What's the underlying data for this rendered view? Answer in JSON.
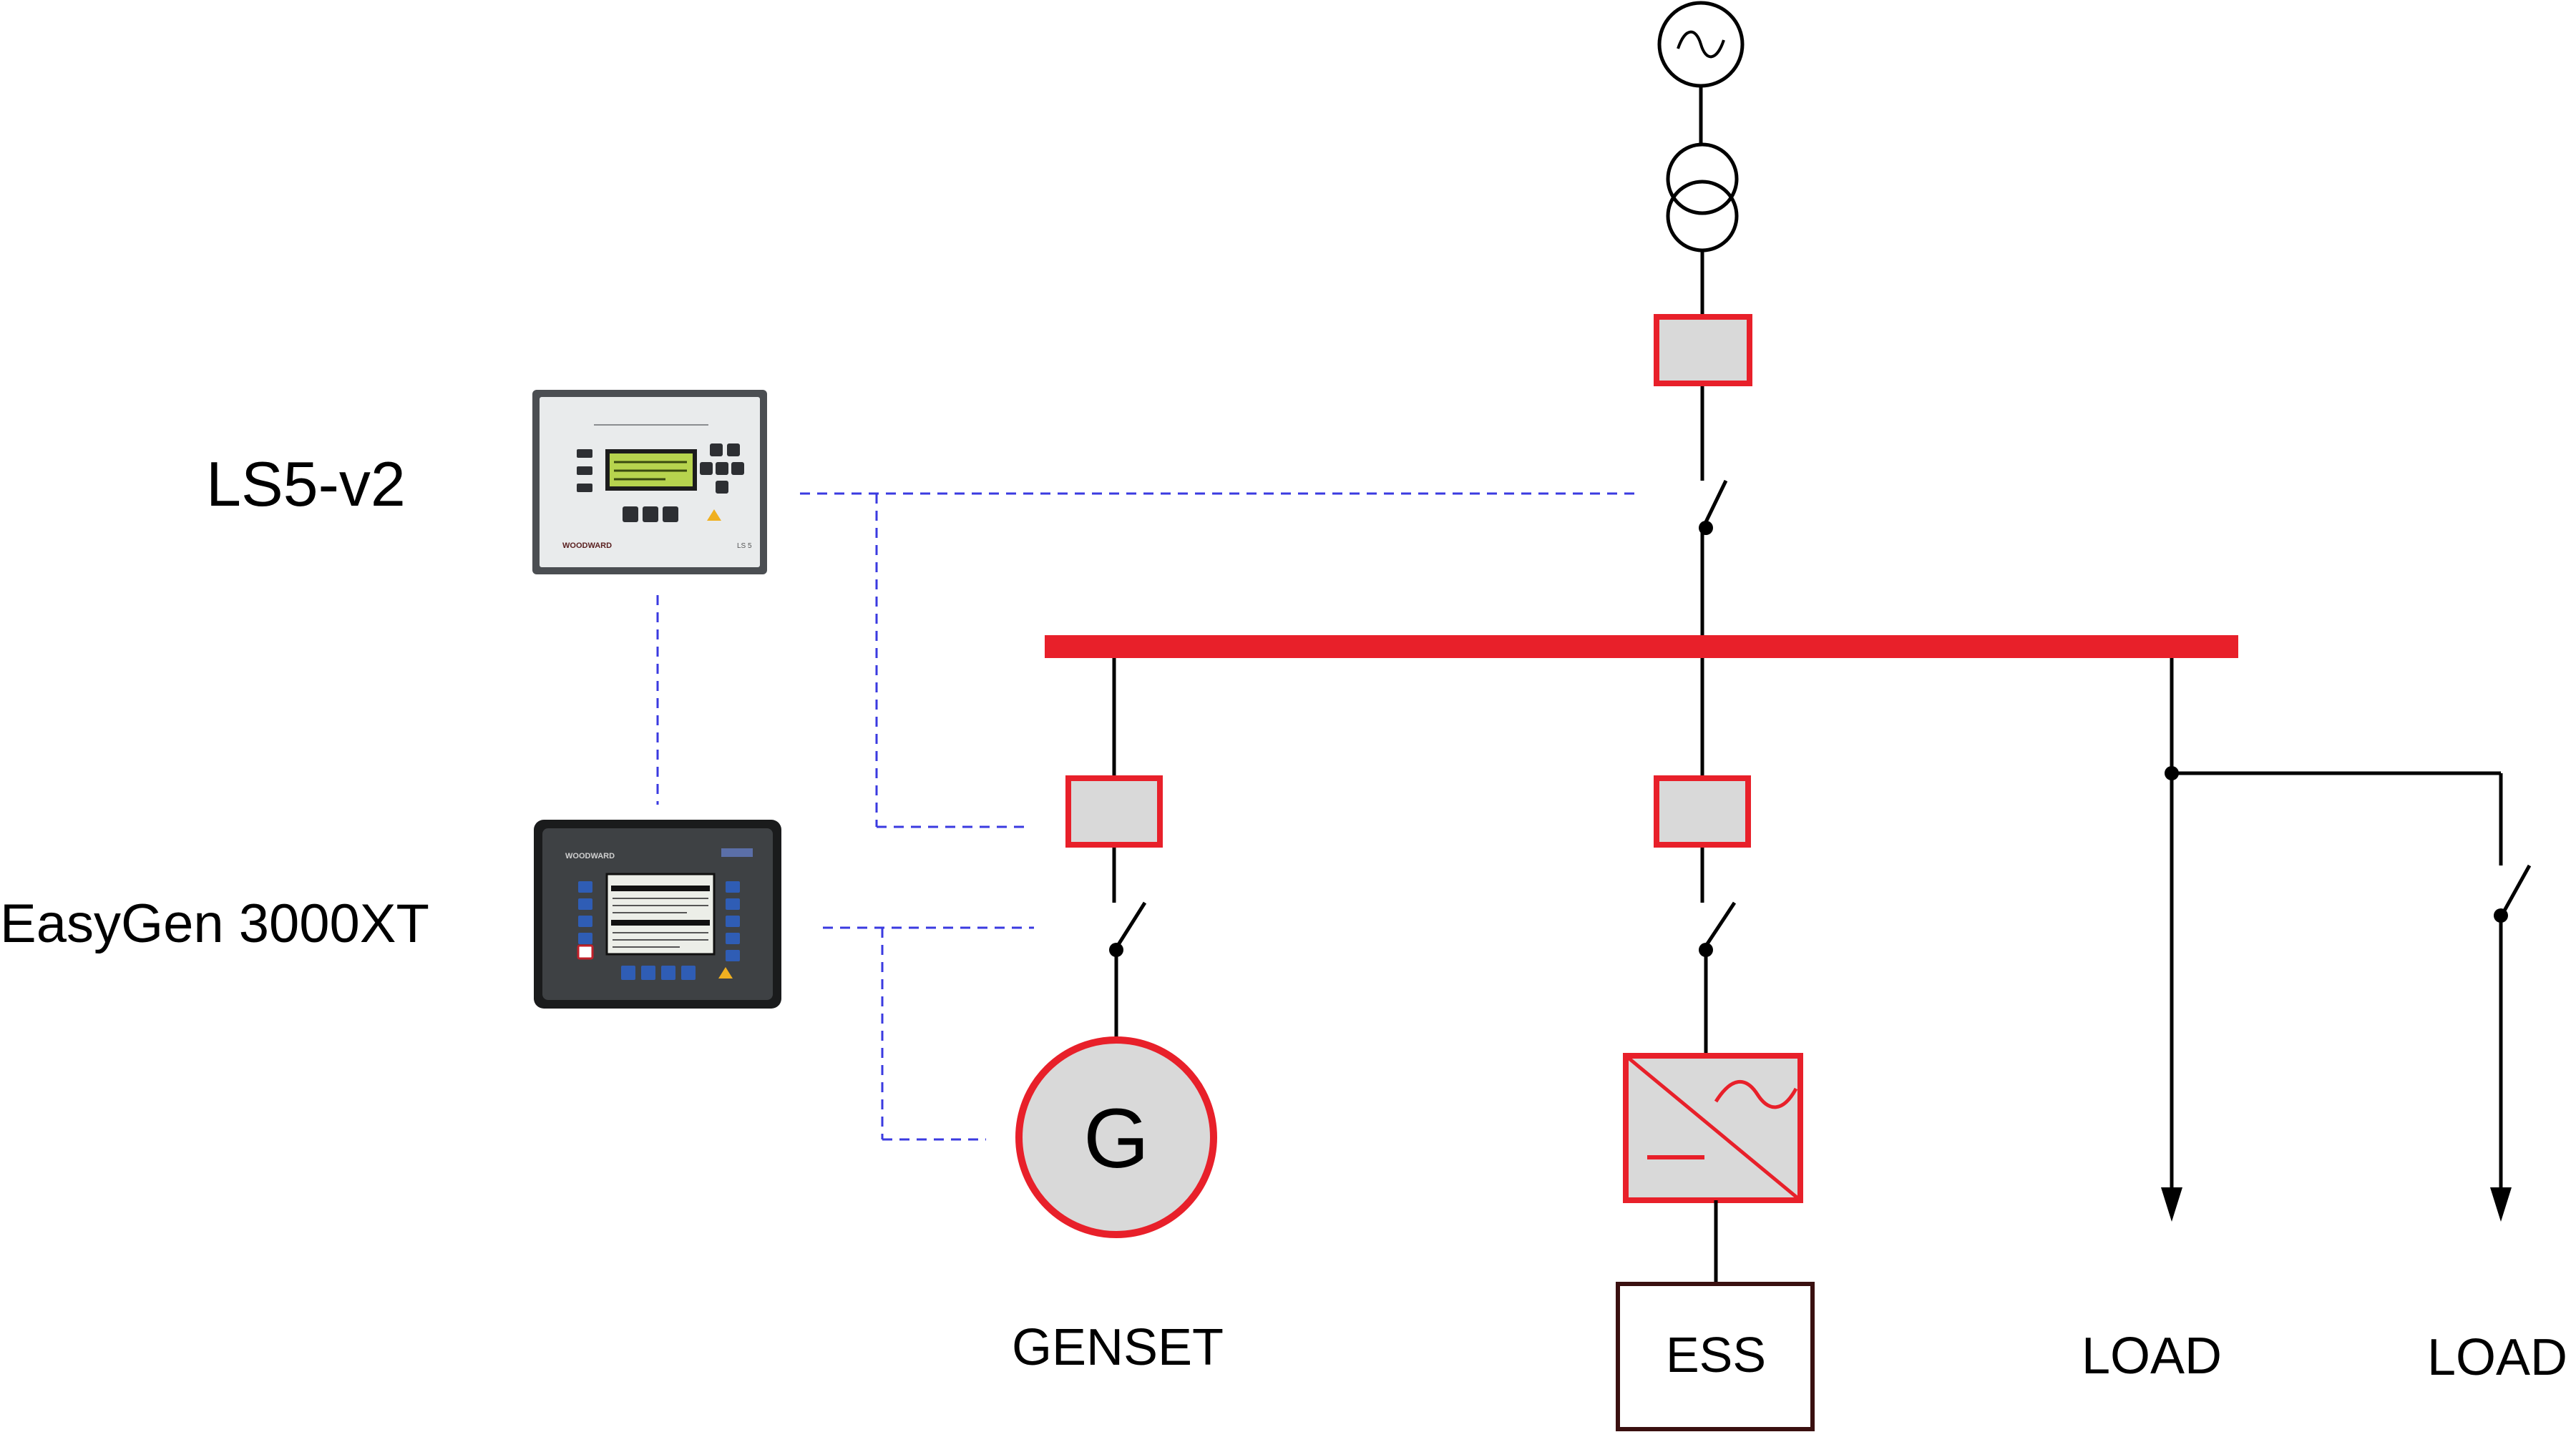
{
  "labels": {
    "ls5": "LS5-v2",
    "easygen": "EasyGen 3000XT",
    "genset": "GENSET",
    "generator_symbol": "G",
    "ess": "ESS",
    "load_1": "LOAD",
    "load_2": "LOAD"
  },
  "device_branding": {
    "brand": "WOODWARD",
    "ls5_model_tag": "LS 5"
  },
  "icons": {
    "grid_source": "ac-source-icon",
    "transformer": "transformer-icon",
    "generator": "generator-icon",
    "inverter": "dc-ac-converter-icon",
    "load_arrow": "arrow-down-icon"
  },
  "colors": {
    "busbar": "#e8202a",
    "breaker_fill": "#d9d9d9",
    "breaker_border": "#e8202a",
    "wire": "#000000",
    "control_link": "#3a3ae0",
    "device_ls5_face": "#e9ebec",
    "device_easygen_face": "#3e4144",
    "lcd_green": "#b7d44e"
  }
}
